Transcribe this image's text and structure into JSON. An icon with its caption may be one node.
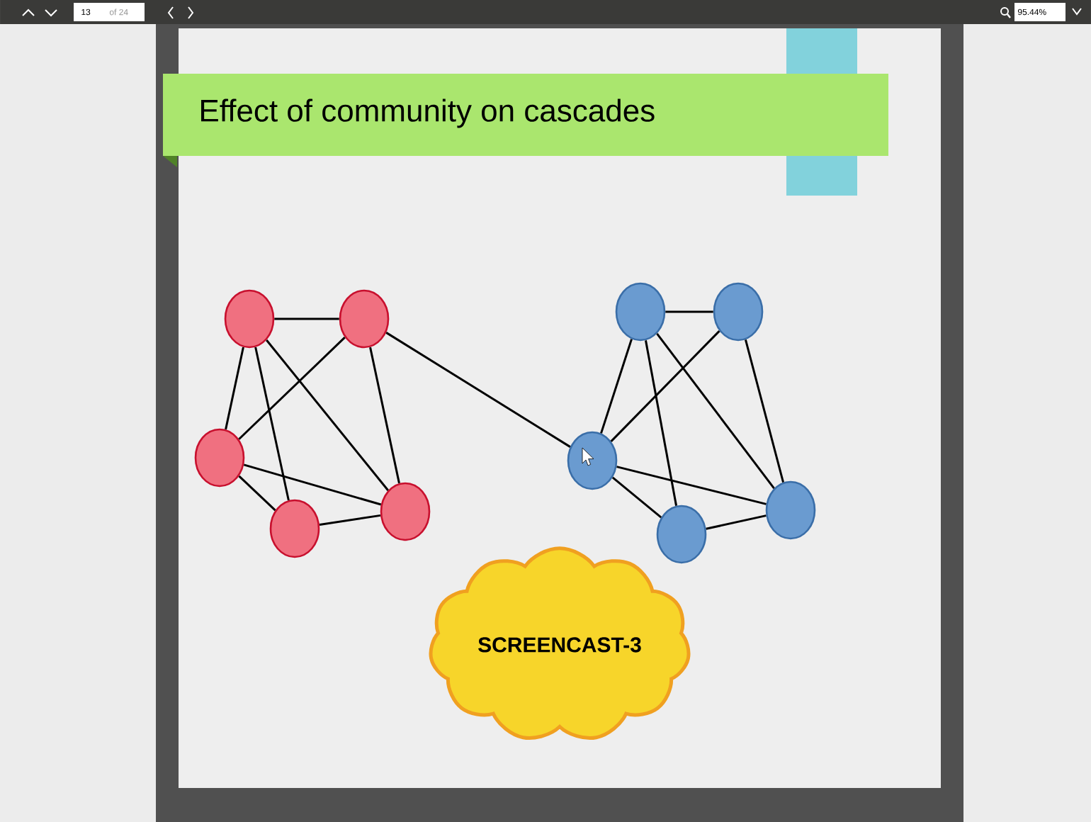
{
  "diagram": {
    "title": "Effect of community on cascades",
    "nodes": [
      {
        "text": [],
        "shape": "circle"
      },
      {
        "text": [],
        "shape": "circle"
      },
      {
        "text": [],
        "shape": "circle"
      },
      {
        "text": [],
        "shape": "circle"
      },
      {
        "text": [],
        "shape": "circle"
      },
      {
        "text": [],
        "shape": "circle"
      },
      {
        "text": [],
        "shape": "circle"
      },
      {
        "text": [],
        "shape": "circle"
      },
      {
        "text": [],
        "shape": "circle"
      },
      {
        "text": [],
        "shape": "circle"
      },
      {
        "text": [
          "SCREENCAST-3"
        ]
      }
    ],
    "edges": [
      {
        "from": 0,
        "to": 1,
        "arrow": "none"
      },
      {
        "from": 0,
        "to": 2,
        "arrow": "none"
      },
      {
        "from": 0,
        "to": 3,
        "arrow": "none"
      },
      {
        "from": 0,
        "to": 4,
        "arrow": "none"
      },
      {
        "from": 1,
        "to": 2,
        "arrow": "none"
      },
      {
        "from": 1,
        "to": 4,
        "arrow": "none"
      },
      {
        "from": 2,
        "to": 3,
        "arrow": "none"
      },
      {
        "from": 2,
        "to": 4,
        "arrow": "none"
      },
      {
        "from": 3,
        "to": 4,
        "arrow": "none"
      },
      {
        "from": 1,
        "to": 7,
        "arrow": "none"
      },
      {
        "from": 5,
        "to": 6,
        "arrow": "none"
      },
      {
        "from": 5,
        "to": 7,
        "arrow": "none"
      },
      {
        "from": 5,
        "to": 8,
        "arrow": "none"
      },
      {
        "from": 5,
        "to": 9,
        "arrow": "none"
      },
      {
        "from": 6,
        "to": 7,
        "arrow": "none"
      },
      {
        "from": 6,
        "to": 9,
        "arrow": "none"
      },
      {
        "from": 7,
        "to": 8,
        "arrow": "none"
      },
      {
        "from": 7,
        "to": 9,
        "arrow": "none"
      },
      {
        "from": 8,
        "to": 9,
        "arrow": "none"
      }
    ],
    "labels": [
      "13",
      "of 24",
      "95.44%"
    ]
  }
}
